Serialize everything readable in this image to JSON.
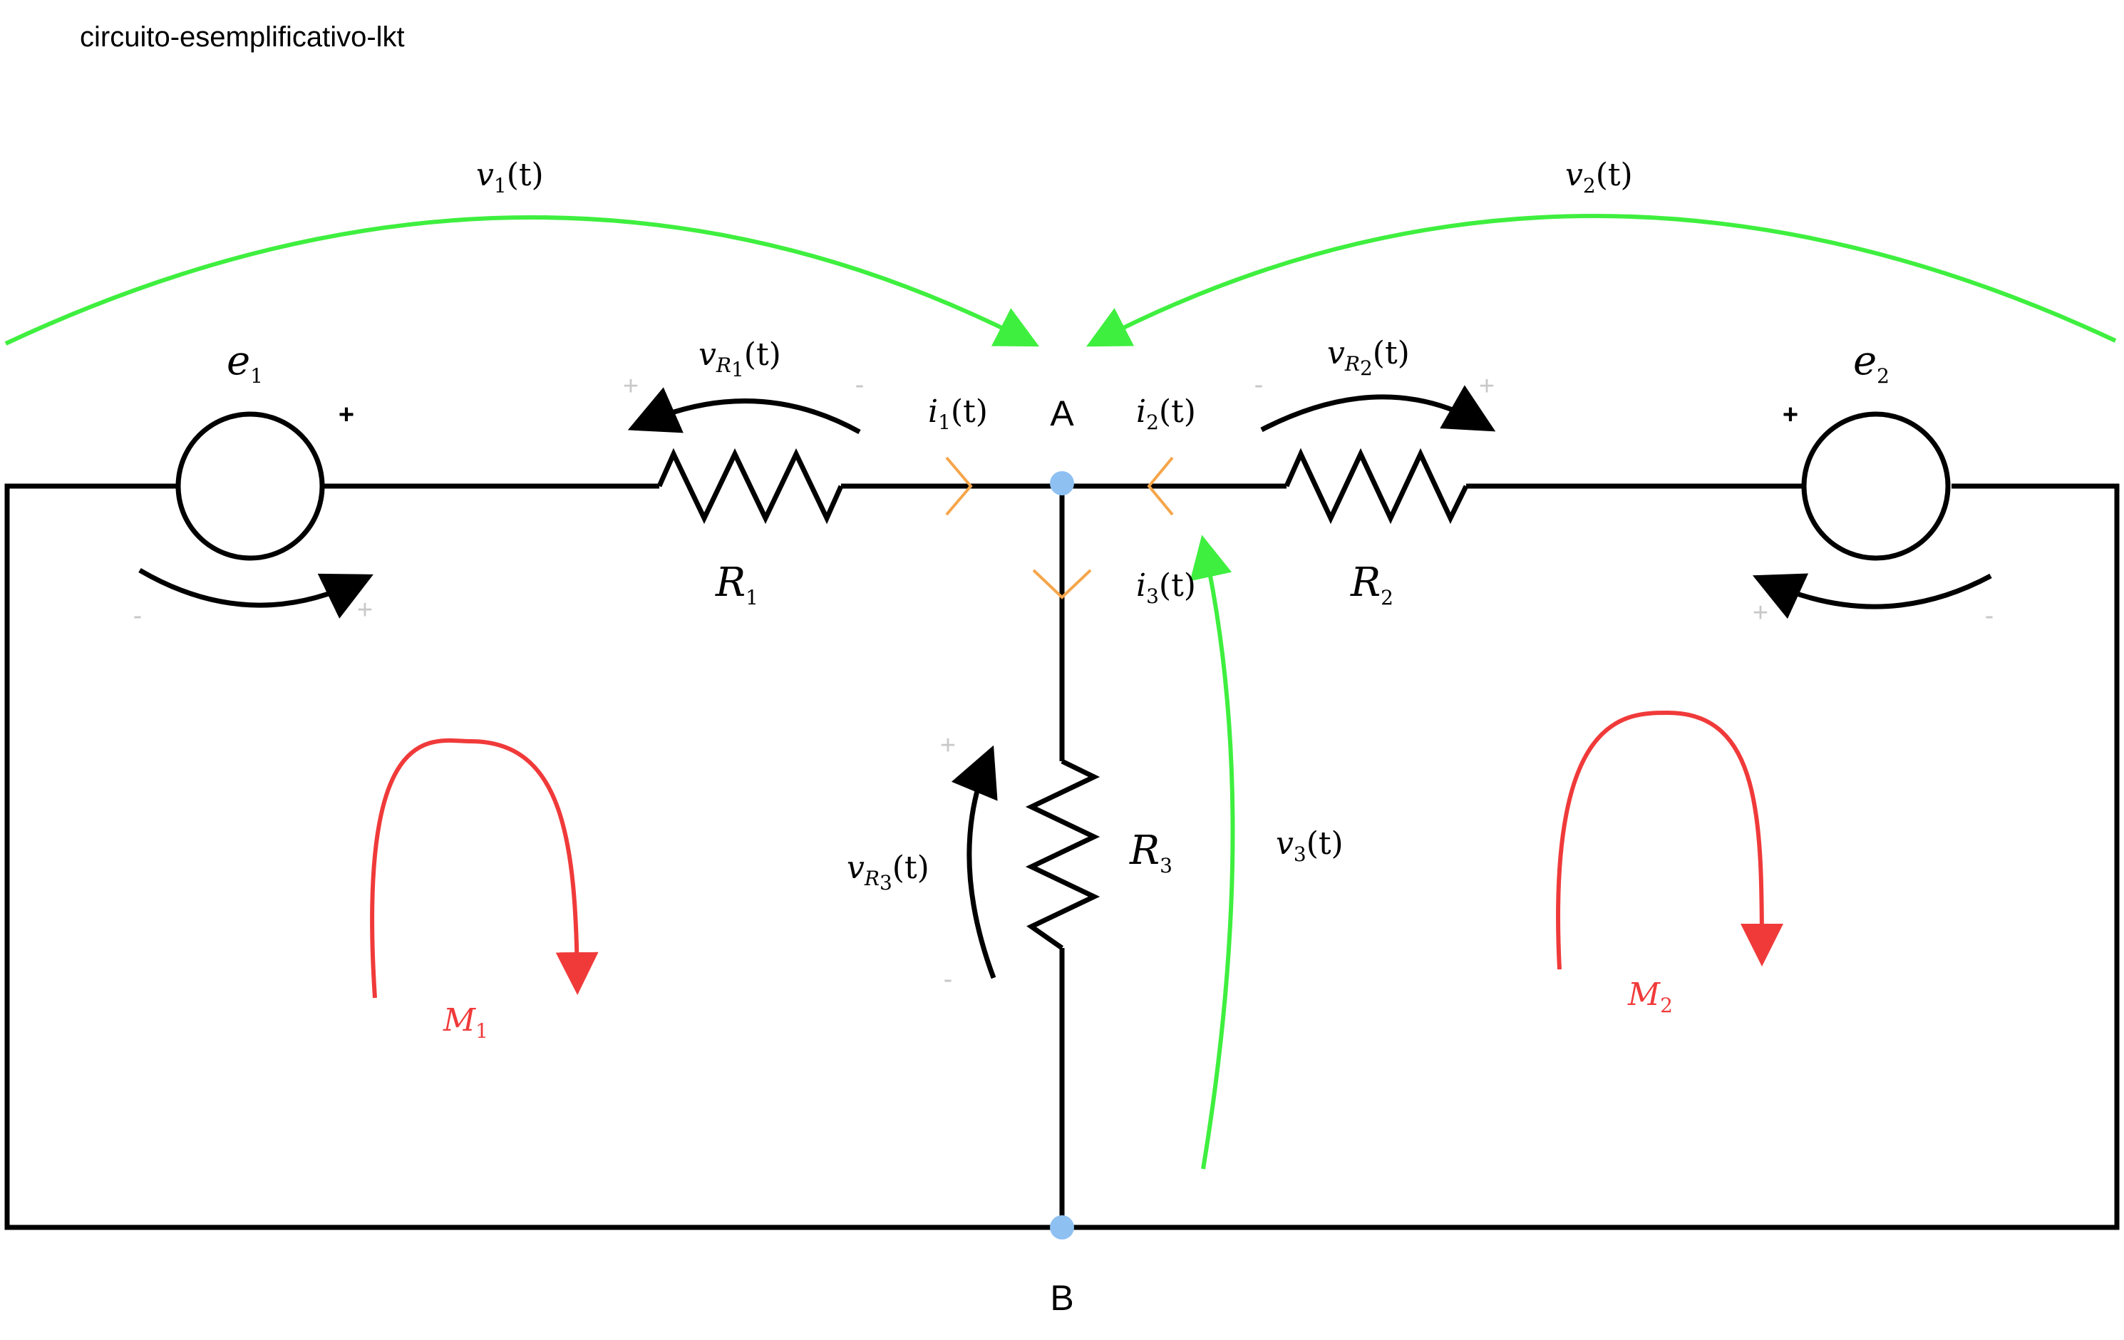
{
  "title": "circuito-esemplificativo-lkt",
  "nodes": {
    "a": "A",
    "b": "B"
  },
  "sources": {
    "e1": {
      "symbol": "e",
      "sub": "1",
      "plus": "+",
      "arrow_minus": "-",
      "arrow_plus": "+"
    },
    "e2": {
      "symbol": "e",
      "sub": "2",
      "plus": "+",
      "arrow_minus": "-",
      "arrow_plus": "+"
    }
  },
  "resistors": {
    "r1": {
      "symbol": "R",
      "sub": "1"
    },
    "r2": {
      "symbol": "R",
      "sub": "2"
    },
    "r3": {
      "symbol": "R",
      "sub": "3"
    }
  },
  "resistor_voltages": {
    "vr1": {
      "v": "v",
      "r": "R",
      "sub": "1",
      "arg": "(t)",
      "plus": "+",
      "minus": "-"
    },
    "vr2": {
      "v": "v",
      "r": "R",
      "sub": "2",
      "arg": "(t)",
      "plus": "+",
      "minus": "-"
    },
    "vr3": {
      "v": "v",
      "r": "R",
      "sub": "3",
      "arg": "(t)",
      "plus": "+",
      "minus": "-"
    }
  },
  "node_voltages": {
    "v1": {
      "symbol": "v",
      "sub": "1",
      "arg": "(t)"
    },
    "v2": {
      "symbol": "v",
      "sub": "2",
      "arg": "(t)"
    },
    "v3": {
      "symbol": "v",
      "sub": "3",
      "arg": "(t)"
    }
  },
  "currents": {
    "i1": {
      "symbol": "i",
      "sub": "1",
      "arg": "(t)"
    },
    "i2": {
      "symbol": "i",
      "sub": "2",
      "arg": "(t)"
    },
    "i3": {
      "symbol": "i",
      "sub": "3",
      "arg": "(t)"
    }
  },
  "meshes": {
    "m1": {
      "symbol": "M",
      "sub": "1"
    },
    "m2": {
      "symbol": "M",
      "sub": "2"
    }
  },
  "colors": {
    "wire": "#000000",
    "node": "#8ec0f2",
    "voltage_arrow": "#3fef3f",
    "mesh_arrow": "#f03a3a",
    "current_marker": "#f5a54a",
    "polarity_light": "#c8c8c8"
  }
}
